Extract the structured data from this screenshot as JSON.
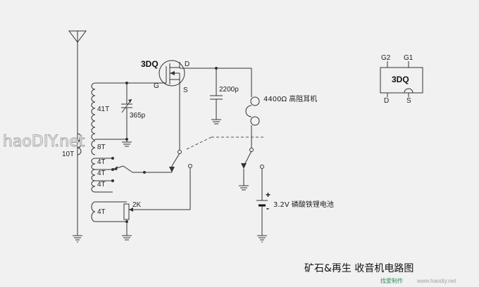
{
  "title": "矿石&再生  收音机电路图",
  "watermark": "haoDIY.net",
  "footer_site": "找爱制作",
  "footer_url": "www.haodiy.net",
  "labels": {
    "transistor": "3DQ",
    "gate": "G",
    "drain": "D",
    "source": "S",
    "coil_41t": "41T",
    "coil_8t": "8T",
    "coil_4t_a": "4T",
    "coil_4t_b": "4T",
    "coil_4t_c": "4T",
    "coil_4t_fb": "4T",
    "coil_10t": "10T",
    "cap_tuning": "365p",
    "cap_bypass": "2200p",
    "pot": "2K",
    "earphone": "4400Ω 高阻耳机",
    "battery_plus": "+",
    "battery_minus": "-",
    "battery": "3.2V  磷酸铁锂电池"
  },
  "package": {
    "g2": "G2",
    "g1": "G1",
    "name": "3DQ",
    "d": "D",
    "s": "S"
  }
}
